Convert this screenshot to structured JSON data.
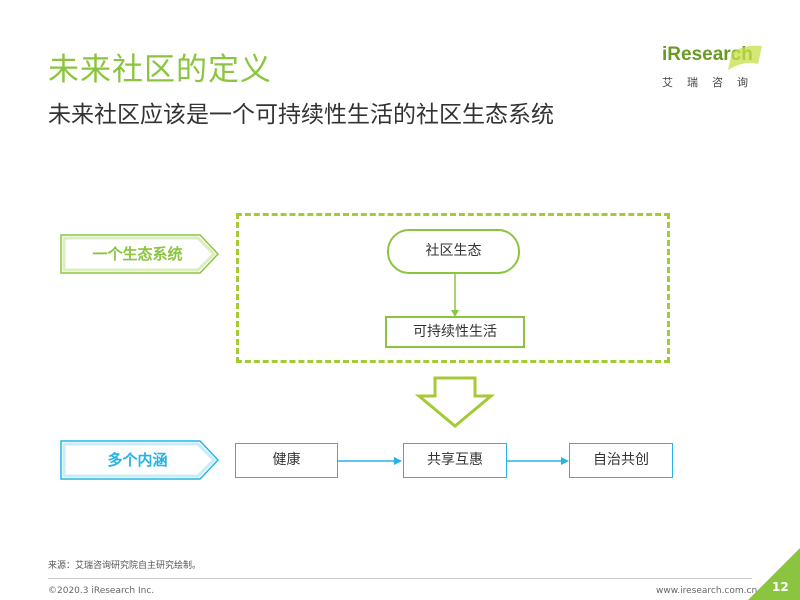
{
  "header": {
    "title": "未来社区的定义",
    "subtitle": "未来社区应该是一个可持续性生活的社区生态系统"
  },
  "logo": {
    "brand": "iResearch",
    "chinese": "艾瑞咨询"
  },
  "diagram": {
    "ecosystem_label": "一个生态系统",
    "eco_node": "社区生态",
    "sustainable_node": "可持续性生活",
    "connotation_label": "多个内涵",
    "items": [
      "健康",
      "共享互惠",
      "自治共创"
    ]
  },
  "footer": {
    "source": "来源：艾瑞咨询研究院自主研究绘制。",
    "copyright": "©2020.3 iResearch Inc.",
    "url": "www.iresearch.com.cn",
    "page": "12"
  },
  "colors": {
    "green": "#8bc53f",
    "dash_green": "#a4cb34",
    "blue": "#27b3e5"
  }
}
